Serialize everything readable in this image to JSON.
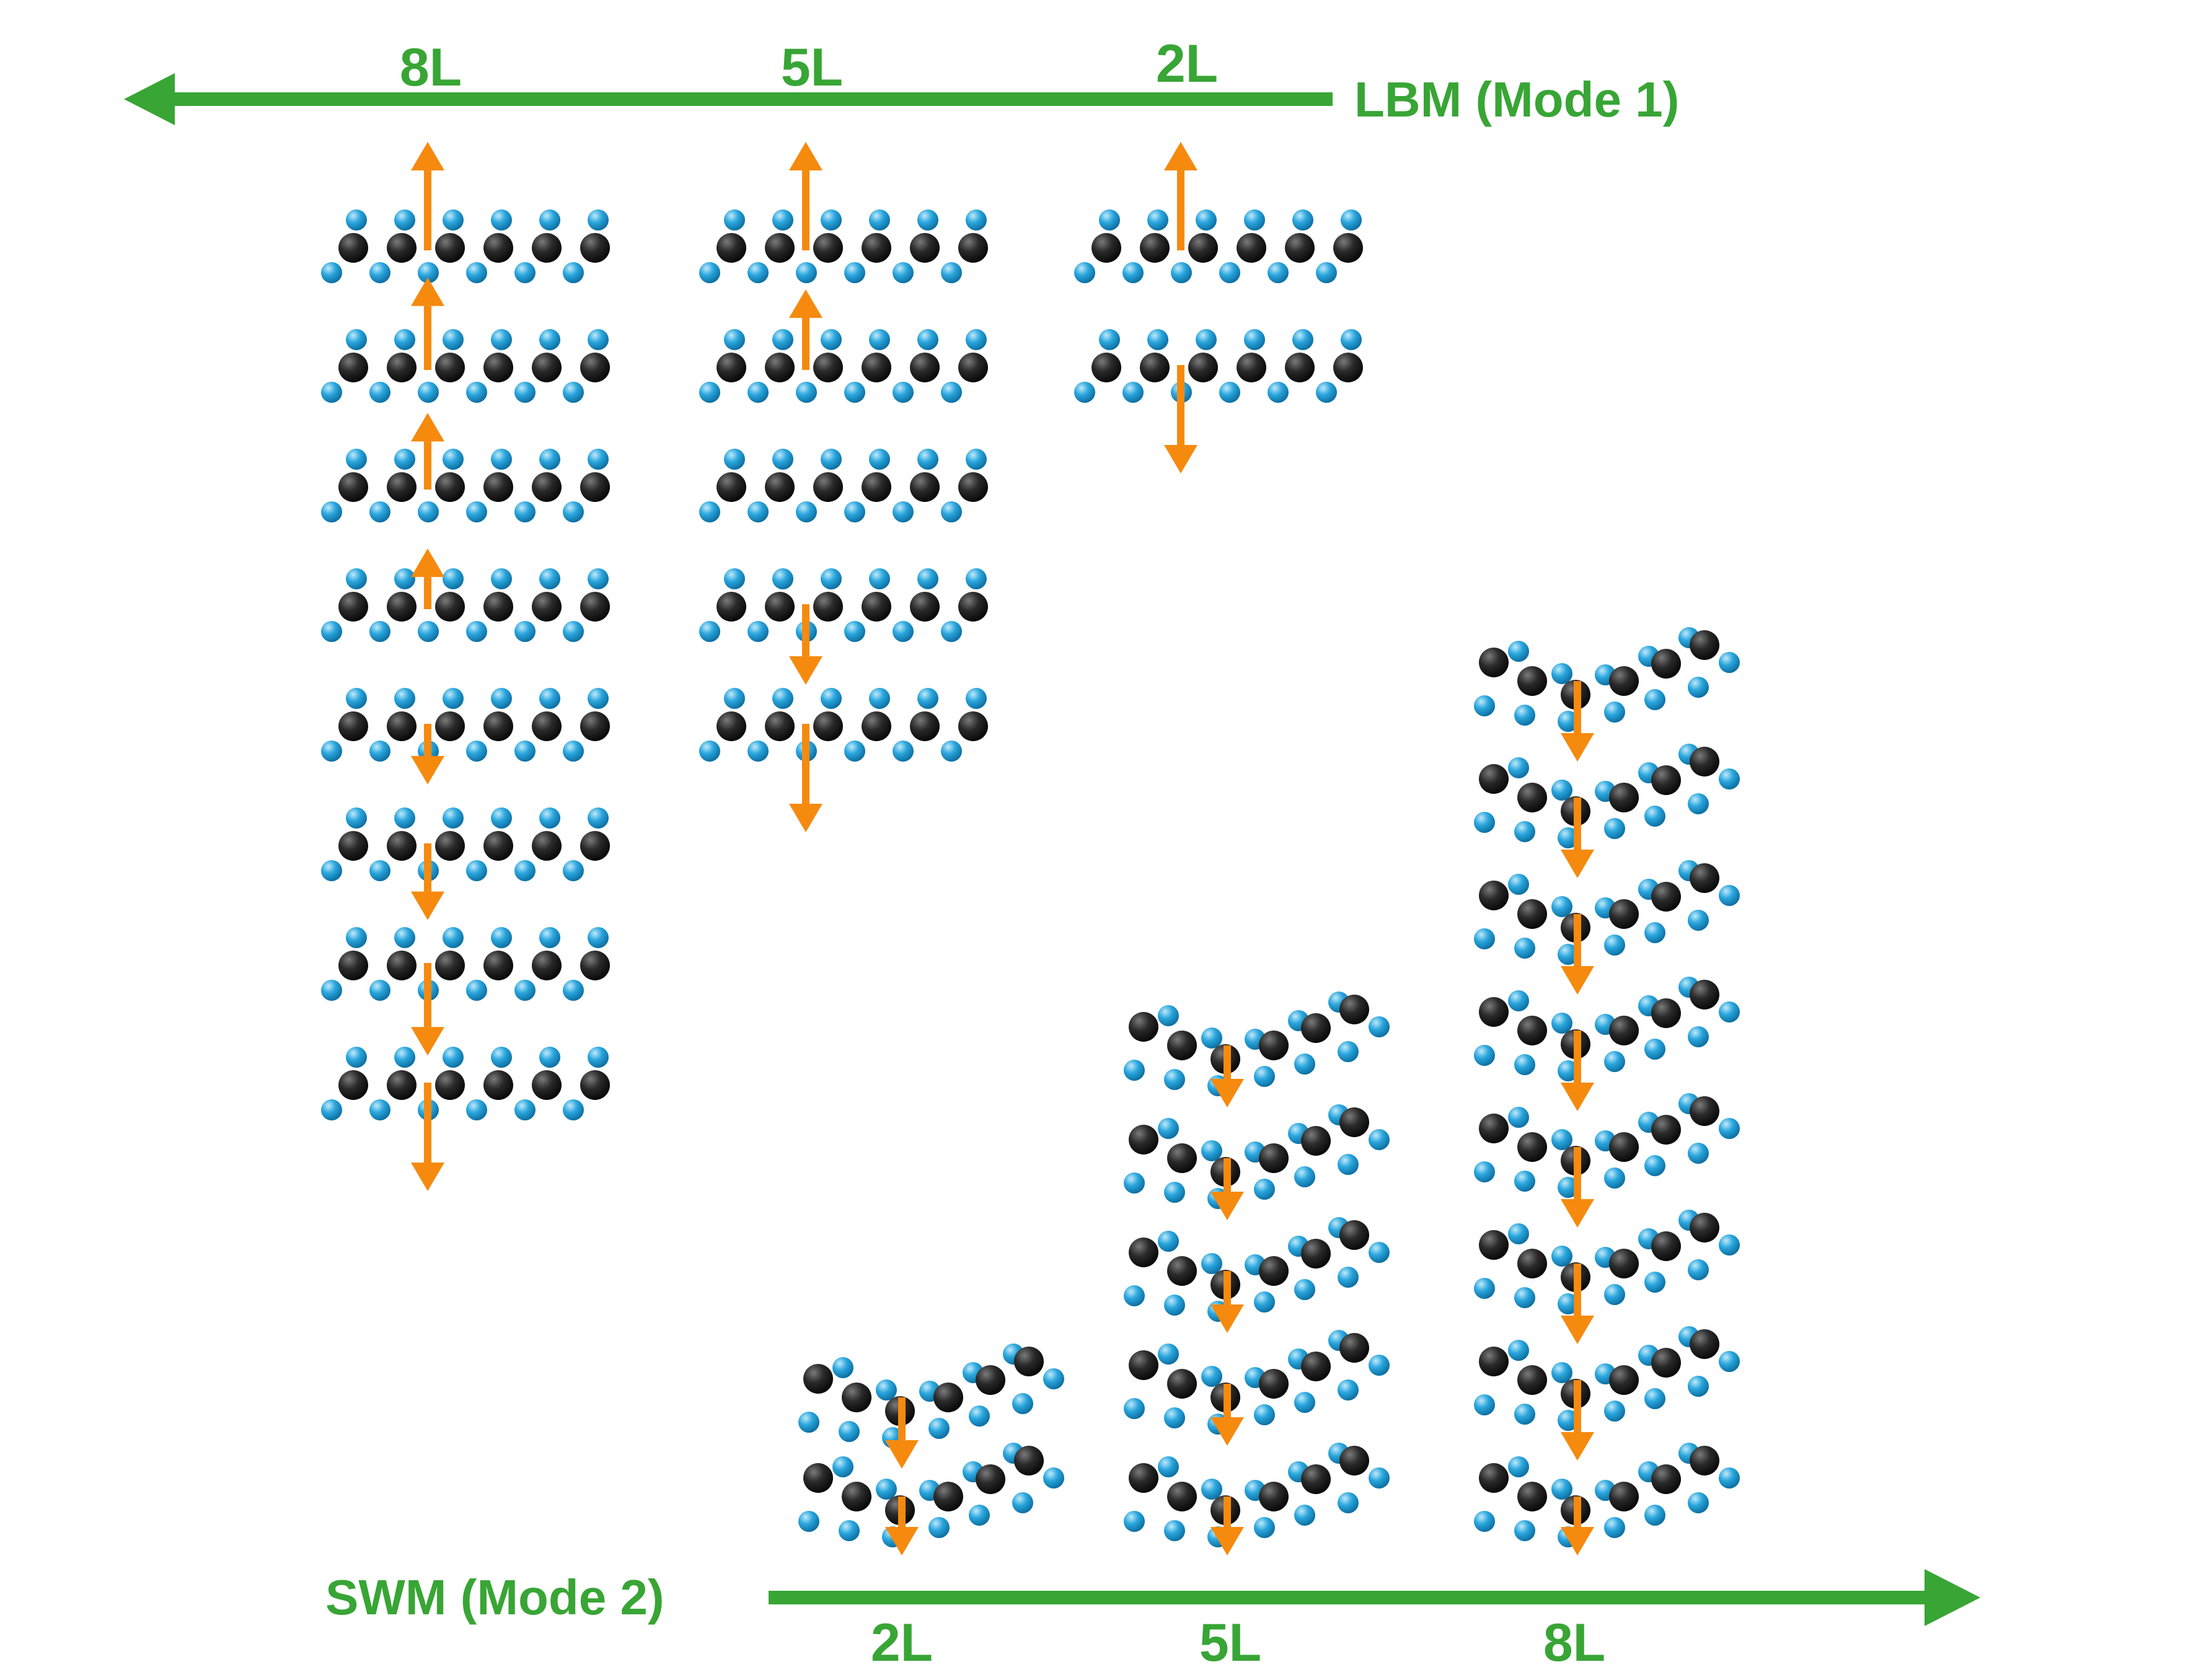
{
  "colors": {
    "mode_arrow": "#38a535",
    "label_text": "#38a535",
    "displacement_arrow": "#f58a0f",
    "atom_dark": "#1c1c1c",
    "atom_light": "#2aa6dd"
  },
  "lbm": {
    "label": "LBM (Mode 1)",
    "columns": [
      {
        "label": "8L",
        "layers": 8,
        "arrows": [
          "up",
          "up",
          "up",
          "up",
          "down",
          "down",
          "down",
          "down"
        ]
      },
      {
        "label": "5L",
        "layers": 5,
        "arrows": [
          "up",
          "up",
          "none",
          "down",
          "down"
        ]
      },
      {
        "label": "2L",
        "layers": 2,
        "arrows": [
          "up",
          "down"
        ]
      }
    ]
  },
  "swm": {
    "label": "SWM (Mode 2)",
    "columns": [
      {
        "label": "2L",
        "layers": 2,
        "arrows": [
          "down",
          "down"
        ]
      },
      {
        "label": "5L",
        "layers": 5,
        "arrows": [
          "down",
          "down",
          "down",
          "down",
          "down"
        ]
      },
      {
        "label": "8L",
        "layers": 8,
        "arrows": [
          "down",
          "down",
          "down",
          "down",
          "down",
          "down",
          "down",
          "down"
        ]
      }
    ]
  }
}
